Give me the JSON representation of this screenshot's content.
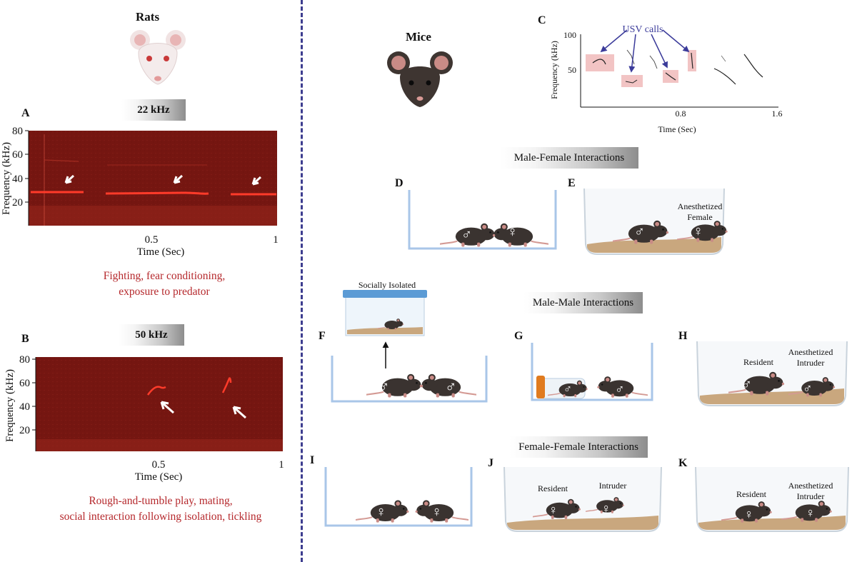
{
  "left": {
    "title": "Rats",
    "panel_a": {
      "letter": "A",
      "band": "22 kHz",
      "ylabel": "Frequency (kHz)",
      "xlabel": "Time (Sec)",
      "yticks": [
        "80",
        "60",
        "40",
        "20"
      ],
      "xticks": [
        "0.5",
        "1"
      ],
      "caption_line1": "Fighting, fear conditioning,",
      "caption_line2": "exposure to predator"
    },
    "panel_b": {
      "letter": "B",
      "band": "50 kHz",
      "ylabel": "Frequency (kHz)",
      "xlabel": "Time (Sec)",
      "yticks": [
        "80",
        "60",
        "40",
        "20"
      ],
      "xticks": [
        "0.5",
        "1"
      ],
      "caption_line1": "Rough-and-tumble play, mating,",
      "caption_line2": "social interaction following isolation, tickling"
    }
  },
  "right": {
    "title": "Mice",
    "panel_c": {
      "letter": "C",
      "annotation": "USV calls",
      "ylabel": "Frequency (kHz)",
      "xlabel": "Time (Sec)",
      "yticks": [
        "100",
        "50"
      ],
      "xticks": [
        "0.8",
        "1.6"
      ]
    },
    "section_male_female": "Male-Female Interactions",
    "section_male_male": "Male-Male Interactions",
    "section_female_female": "Female-Female Interactions",
    "letters": {
      "d": "D",
      "e": "E",
      "f": "F",
      "g": "G",
      "h": "H",
      "i": "I",
      "j": "J",
      "k": "K"
    },
    "labels": {
      "e_line1": "Anesthetized",
      "e_line2": "Female",
      "socially_isolated": "Socially Isolated",
      "h_resident": "Resident",
      "h_line1": "Anesthetized",
      "h_line2": "Intruder",
      "j_resident": "Resident",
      "j_intruder": "Intruder",
      "k_resident": "Resident",
      "k_line1": "Anesthetized",
      "k_line2": "Intruder"
    },
    "symbols": {
      "male": "♂",
      "female": "♀"
    }
  },
  "colors": {
    "spectrogram_bg": "#7a1712",
    "call_trace": "#ff3b2a",
    "caption_red": "#b5282c",
    "divider": "#3d3d8f",
    "usv_arrow": "#3b3b9a",
    "mouse_body": "#3a3330",
    "mouse_tail": "#d49a94",
    "bedding": "#c9a77e",
    "cage_blue": "#5b9bd5"
  }
}
